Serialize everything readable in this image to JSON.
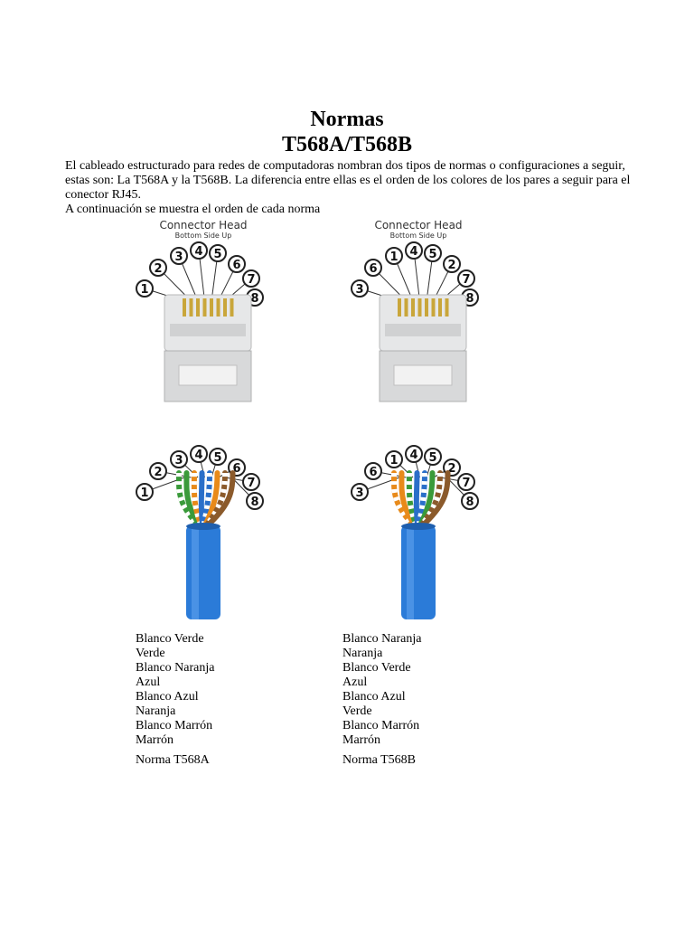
{
  "title_line1": "Normas",
  "title_line2": "T568A/T568B",
  "paragraph": "El cableado estructurado para redes de computadoras nombran dos tipos de normas o configuraciones a seguir, estas son: La T568A y la T568B. La diferencia entre ellas es el orden de los colores de los pares a seguir para el conector RJ45.",
  "paragraph2": "A continuación se muestra el orden de cada norma",
  "figure_label_line1": "Connector Head",
  "figure_label_line2": "Bottom Side Up",
  "colors": {
    "white": "#ffffff",
    "green": "#3a9a3a",
    "orange": "#e88a1a",
    "blue": "#2a6fc9",
    "brown": "#8b5a2b",
    "cable": "#2b7bd8",
    "connector": "#d9dadb"
  },
  "normA": {
    "pin_order": [
      "1",
      "2",
      "3",
      "4",
      "5",
      "6",
      "7",
      "8"
    ],
    "wires": [
      "Blanco Verde",
      "Verde",
      "Blanco Naranja",
      "Azul",
      "Blanco Azul",
      "Naranja",
      "Blanco Marrón",
      "Marrón"
    ],
    "caption": "Norma T568A"
  },
  "normB": {
    "pin_order": [
      "3",
      "6",
      "1",
      "4",
      "5",
      "2",
      "7",
      "8"
    ],
    "wires": [
      "Blanco Naranja",
      "Naranja",
      "Blanco Verde",
      "Azul",
      "Blanco Azul",
      "Verde",
      "Blanco Marrón",
      "Marrón"
    ],
    "caption": "Norma T568B"
  }
}
